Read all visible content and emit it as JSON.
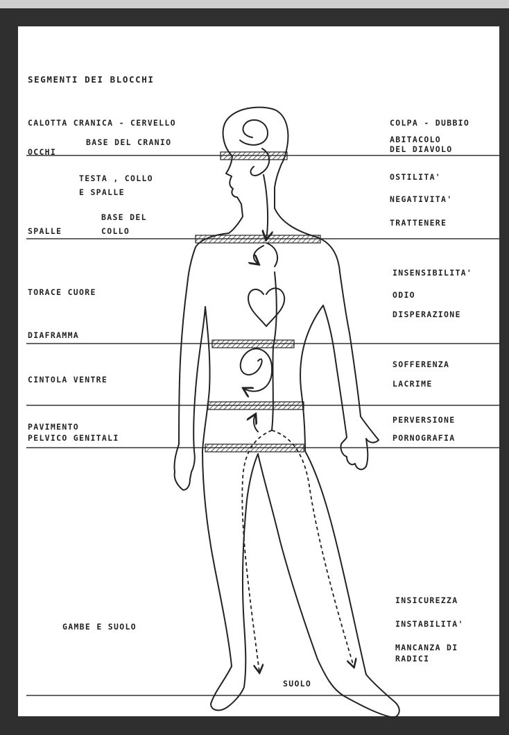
{
  "title": "SEGMENTI DEI BLOCCHI",
  "segments": [
    {
      "left": [
        "CALOTTA CRANICA - CERVELLO"
      ],
      "right": [
        "COLPA - DUBBIO",
        "ABITACOLO",
        "DEL DIAVOLO"
      ]
    },
    {
      "boundary_left": "OCCHI",
      "boundary_center": "BASE DEL CRANIO"
    },
    {
      "left": [
        "TESTA , COLLO",
        "E SPALLE"
      ],
      "right": [
        "OSTILITA'",
        "NEGATIVITA'",
        "TRATTENERE"
      ]
    },
    {
      "boundary_left": "SPALLE",
      "boundary_center": [
        "BASE DEL",
        "COLLO"
      ]
    },
    {
      "left": [
        "TORACE CUORE"
      ],
      "right": [
        "INSENSIBILITA'",
        "ODIO",
        "DISPERAZIONE"
      ]
    },
    {
      "boundary_left": "DIAFRAMMA"
    },
    {
      "left": [
        "CINTOLA VENTRE"
      ],
      "right": [
        "SOFFERENZA",
        "LACRIME"
      ]
    },
    {
      "left": [
        "PAVIMENTO",
        "PELVICO GENITALI"
      ],
      "right": [
        "PERVERSIONE",
        "PORNOGRAFIA"
      ]
    },
    {
      "left": [
        "GAMBE E SUOLO"
      ],
      "right": [
        "INSICUREZZA",
        "INSTABILITA'",
        "MANCANZA DI",
        "RADICI"
      ]
    },
    {
      "boundary_center": "SUOLO"
    }
  ]
}
